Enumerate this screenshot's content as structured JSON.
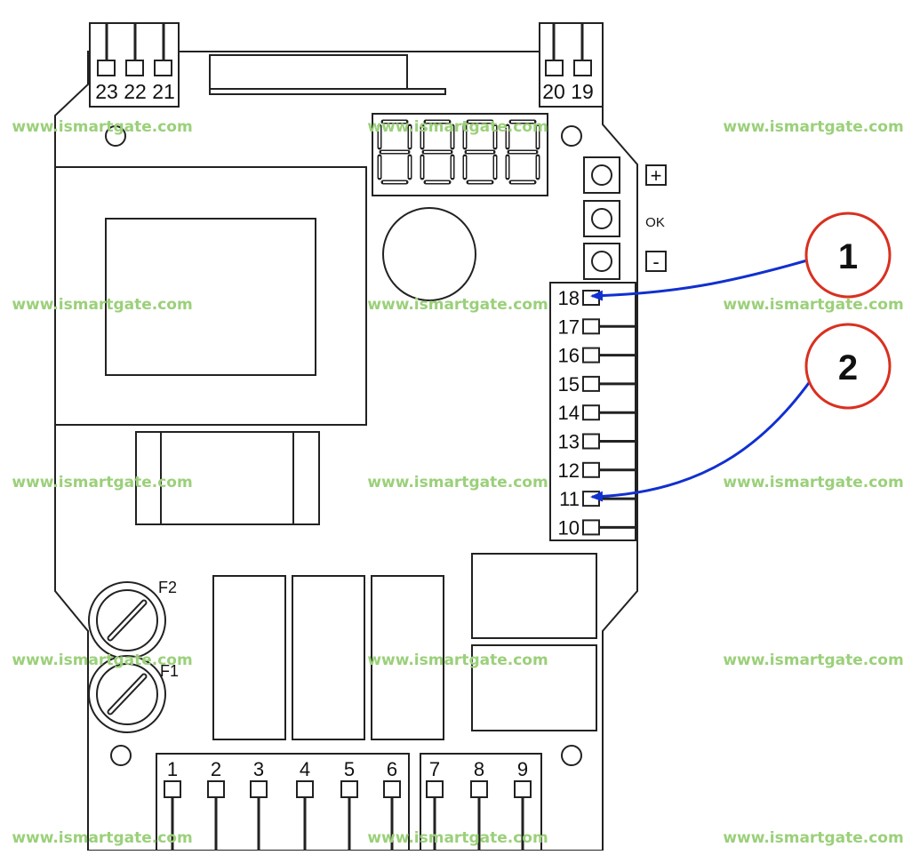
{
  "board": {
    "top_left_terminals": [
      "23",
      "22",
      "21"
    ],
    "top_right_terminals": [
      "20",
      "19"
    ],
    "side_terminals": [
      "18",
      "17",
      "16",
      "15",
      "14",
      "13",
      "12",
      "11",
      "10"
    ],
    "bottom_left_terminals": [
      "1",
      "2",
      "3",
      "4",
      "5",
      "6"
    ],
    "bottom_right_terminals": [
      "7",
      "8",
      "9"
    ],
    "button_plus": "+",
    "button_ok": "OK",
    "button_minus": "-",
    "fuse_top": "F2",
    "fuse_bottom": "F1"
  },
  "callouts": [
    {
      "label": "1",
      "target": "18"
    },
    {
      "label": "2",
      "target": "11"
    }
  ],
  "colors": {
    "callout_ring": "#d93020",
    "arrow": "#1030d0",
    "watermark": "#9bd07a"
  },
  "watermark": "www.ismartgate.com"
}
